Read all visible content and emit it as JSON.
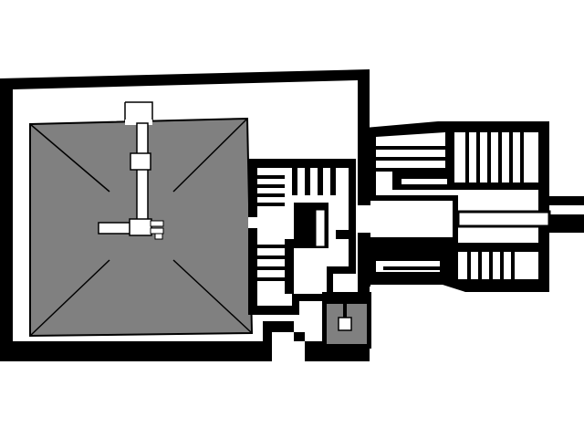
{
  "diagram": {
    "kind": "architectural-floor-plan",
    "text_labels": [],
    "colors": {
      "background": "#ffffff",
      "wall": "#000000",
      "pyramid_fill": "#808080",
      "pyramid_edge": "#000000"
    }
  },
  "elements": [
    "enclosure-wall",
    "main-pyramid",
    "internal-chambers",
    "mortuary-temple",
    "satellite-pyramid",
    "causeway"
  ]
}
